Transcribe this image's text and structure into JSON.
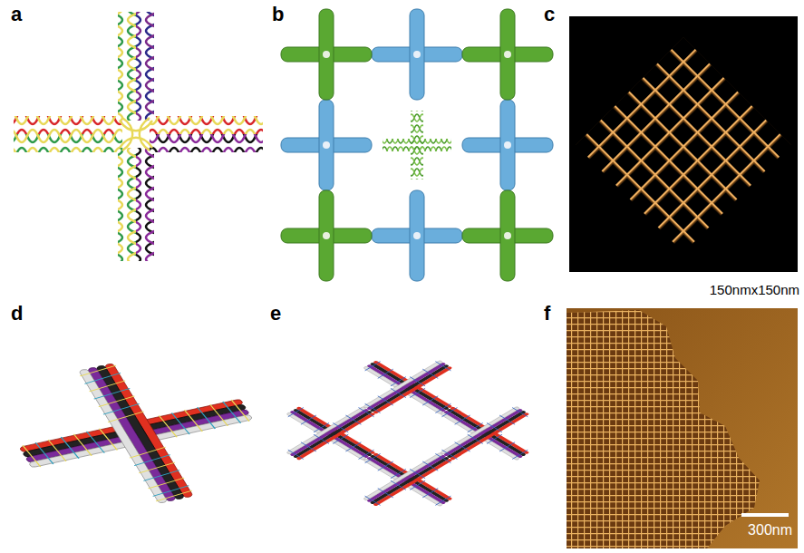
{
  "diagram": {
    "labels": [
      "a",
      "b",
      "c",
      "d",
      "e",
      "f",
      "150nmx150nm",
      "300nm"
    ]
  }
}
